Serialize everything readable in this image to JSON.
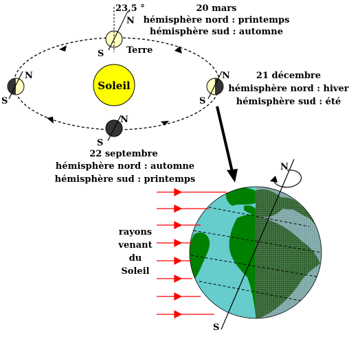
{
  "sun": {
    "label": "Soleil",
    "color": "#ffff00"
  },
  "earth_label": "Terre",
  "tilt_label": "23,5 °",
  "pole_north": "N",
  "pole_south": "S",
  "seasons": {
    "march": {
      "date": "20 mars",
      "north": "hémisphère nord : printemps",
      "south": "hémisphère sud : automne"
    },
    "december": {
      "date": "21 décembre",
      "north": "hémisphère nord : hiver",
      "south": "hémisphère sud : été"
    },
    "september": {
      "date": "22 septembre",
      "north": "hémisphère nord : automne",
      "south": "hémisphère sud : printemps"
    }
  },
  "rays": {
    "lines": [
      "rayons",
      "venant",
      "du",
      "Soleil"
    ],
    "color": "#ff0000"
  },
  "colors": {
    "earth_lit": "#ffffc0",
    "earth_dark": "#333333",
    "ocean_lit": "#66cccc",
    "ocean_dark": "#7fa6a6",
    "land_lit": "#008000",
    "land_dark": "#336633"
  }
}
